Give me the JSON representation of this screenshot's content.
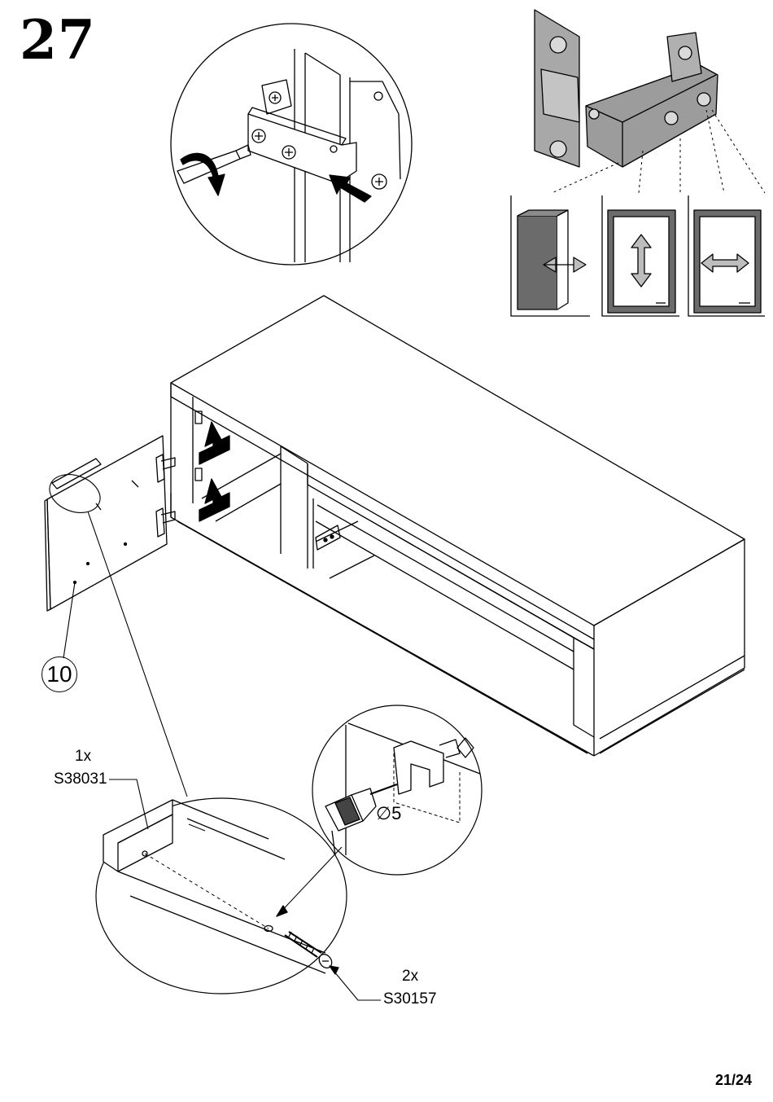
{
  "step": {
    "number": "27"
  },
  "page": {
    "number": "21/24"
  },
  "part": {
    "number": "10"
  },
  "parts_list": [
    {
      "qty": "1x",
      "code": "S38031"
    },
    {
      "qty": "2x",
      "code": "S30157"
    }
  ],
  "drill": {
    "diameter_symbol": "∅",
    "diameter_value": "5"
  },
  "icons": [
    "hinge-adjust-icon",
    "depth-adjust-icon",
    "height-adjust-icon",
    "side-adjust-icon",
    "screwdriver-icon",
    "drill-icon",
    "screw-icon"
  ],
  "colors": {
    "line": "#000000",
    "hinge_grey": "#9c9c9c",
    "door_grey": "#6b6b6b"
  }
}
